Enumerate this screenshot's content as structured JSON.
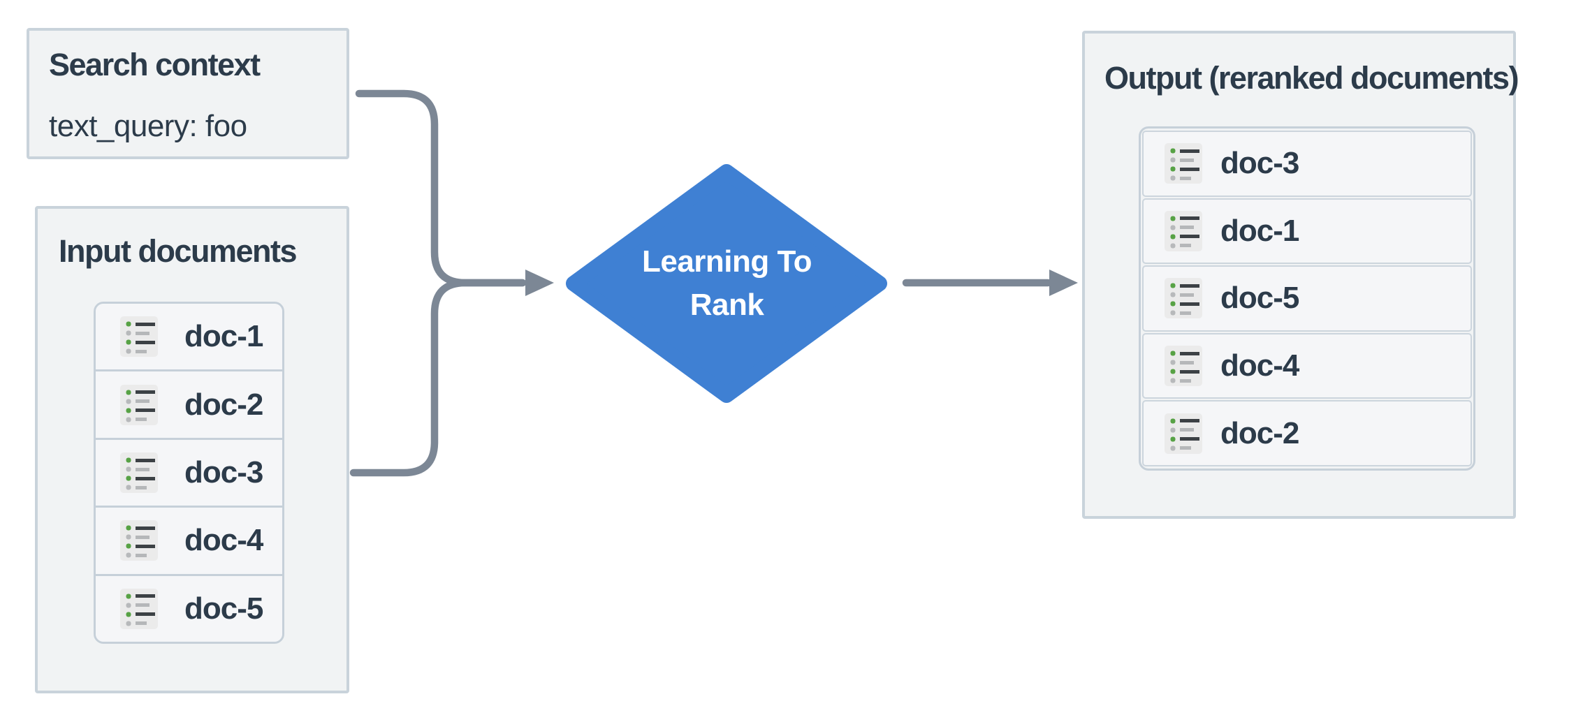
{
  "search_context": {
    "title": "Search context",
    "query_line": "text_query: foo"
  },
  "input_documents": {
    "title": "Input documents",
    "docs": [
      "doc-1",
      "doc-2",
      "doc-3",
      "doc-4",
      "doc-5"
    ]
  },
  "process": {
    "label_line1": "Learning To",
    "label_line2": "Rank"
  },
  "output_documents": {
    "title": "Output (reranked documents)",
    "docs": [
      "doc-3",
      "doc-1",
      "doc-5",
      "doc-4",
      "doc-2"
    ]
  },
  "icons": {
    "doc_icon": "list-icon"
  },
  "colors": {
    "accent_blue": "#3f80d3",
    "arrow_gray": "#7c8795",
    "box_border": "#c9d3db",
    "box_bg": "#f1f3f4",
    "row_bg": "#f5f6f8",
    "text_dark": "#2c3b4a",
    "icon_green": "#57a245",
    "icon_gray": "#b5b7b9",
    "icon_dark": "#3c4145"
  }
}
